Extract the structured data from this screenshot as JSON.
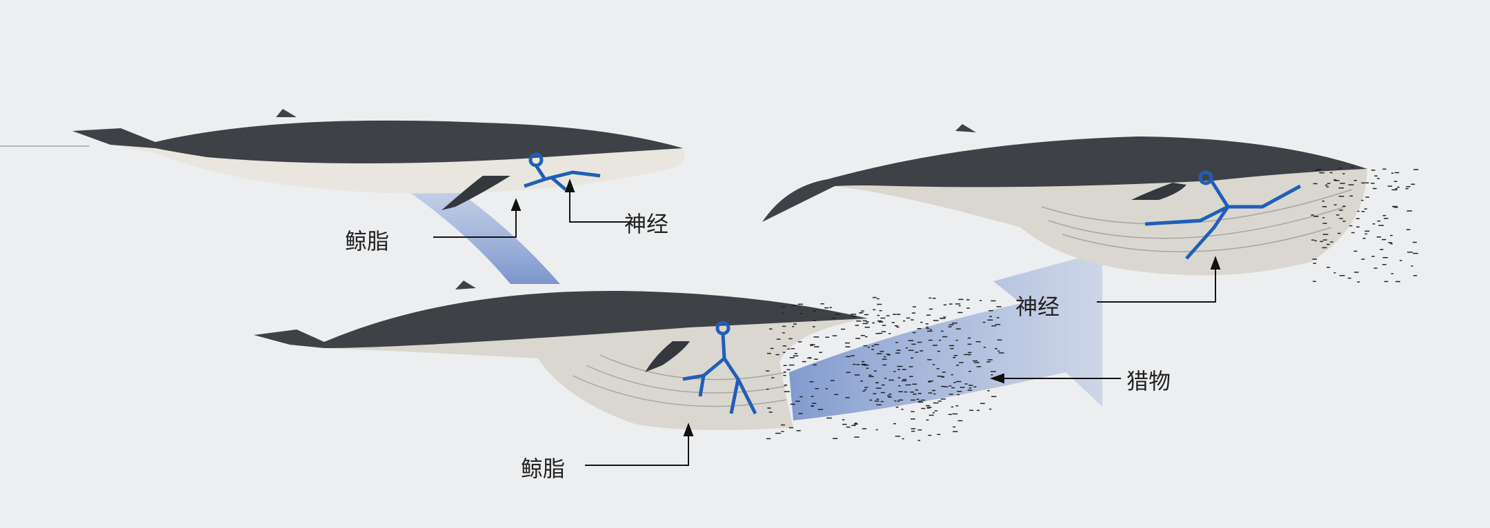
{
  "labels": {
    "whale1_blubber": "鲸脂",
    "whale1_nerve": "神经",
    "whale2_blubber": "鲸脂",
    "whale3_nerve": "神经",
    "prey": "猎物"
  },
  "colors": {
    "background": "#eceef0",
    "whale_back": "#3e4247",
    "whale_belly": "#e8e6de",
    "nerve": "#1f5fb8",
    "flow_arrow": "#8fa6d4"
  }
}
